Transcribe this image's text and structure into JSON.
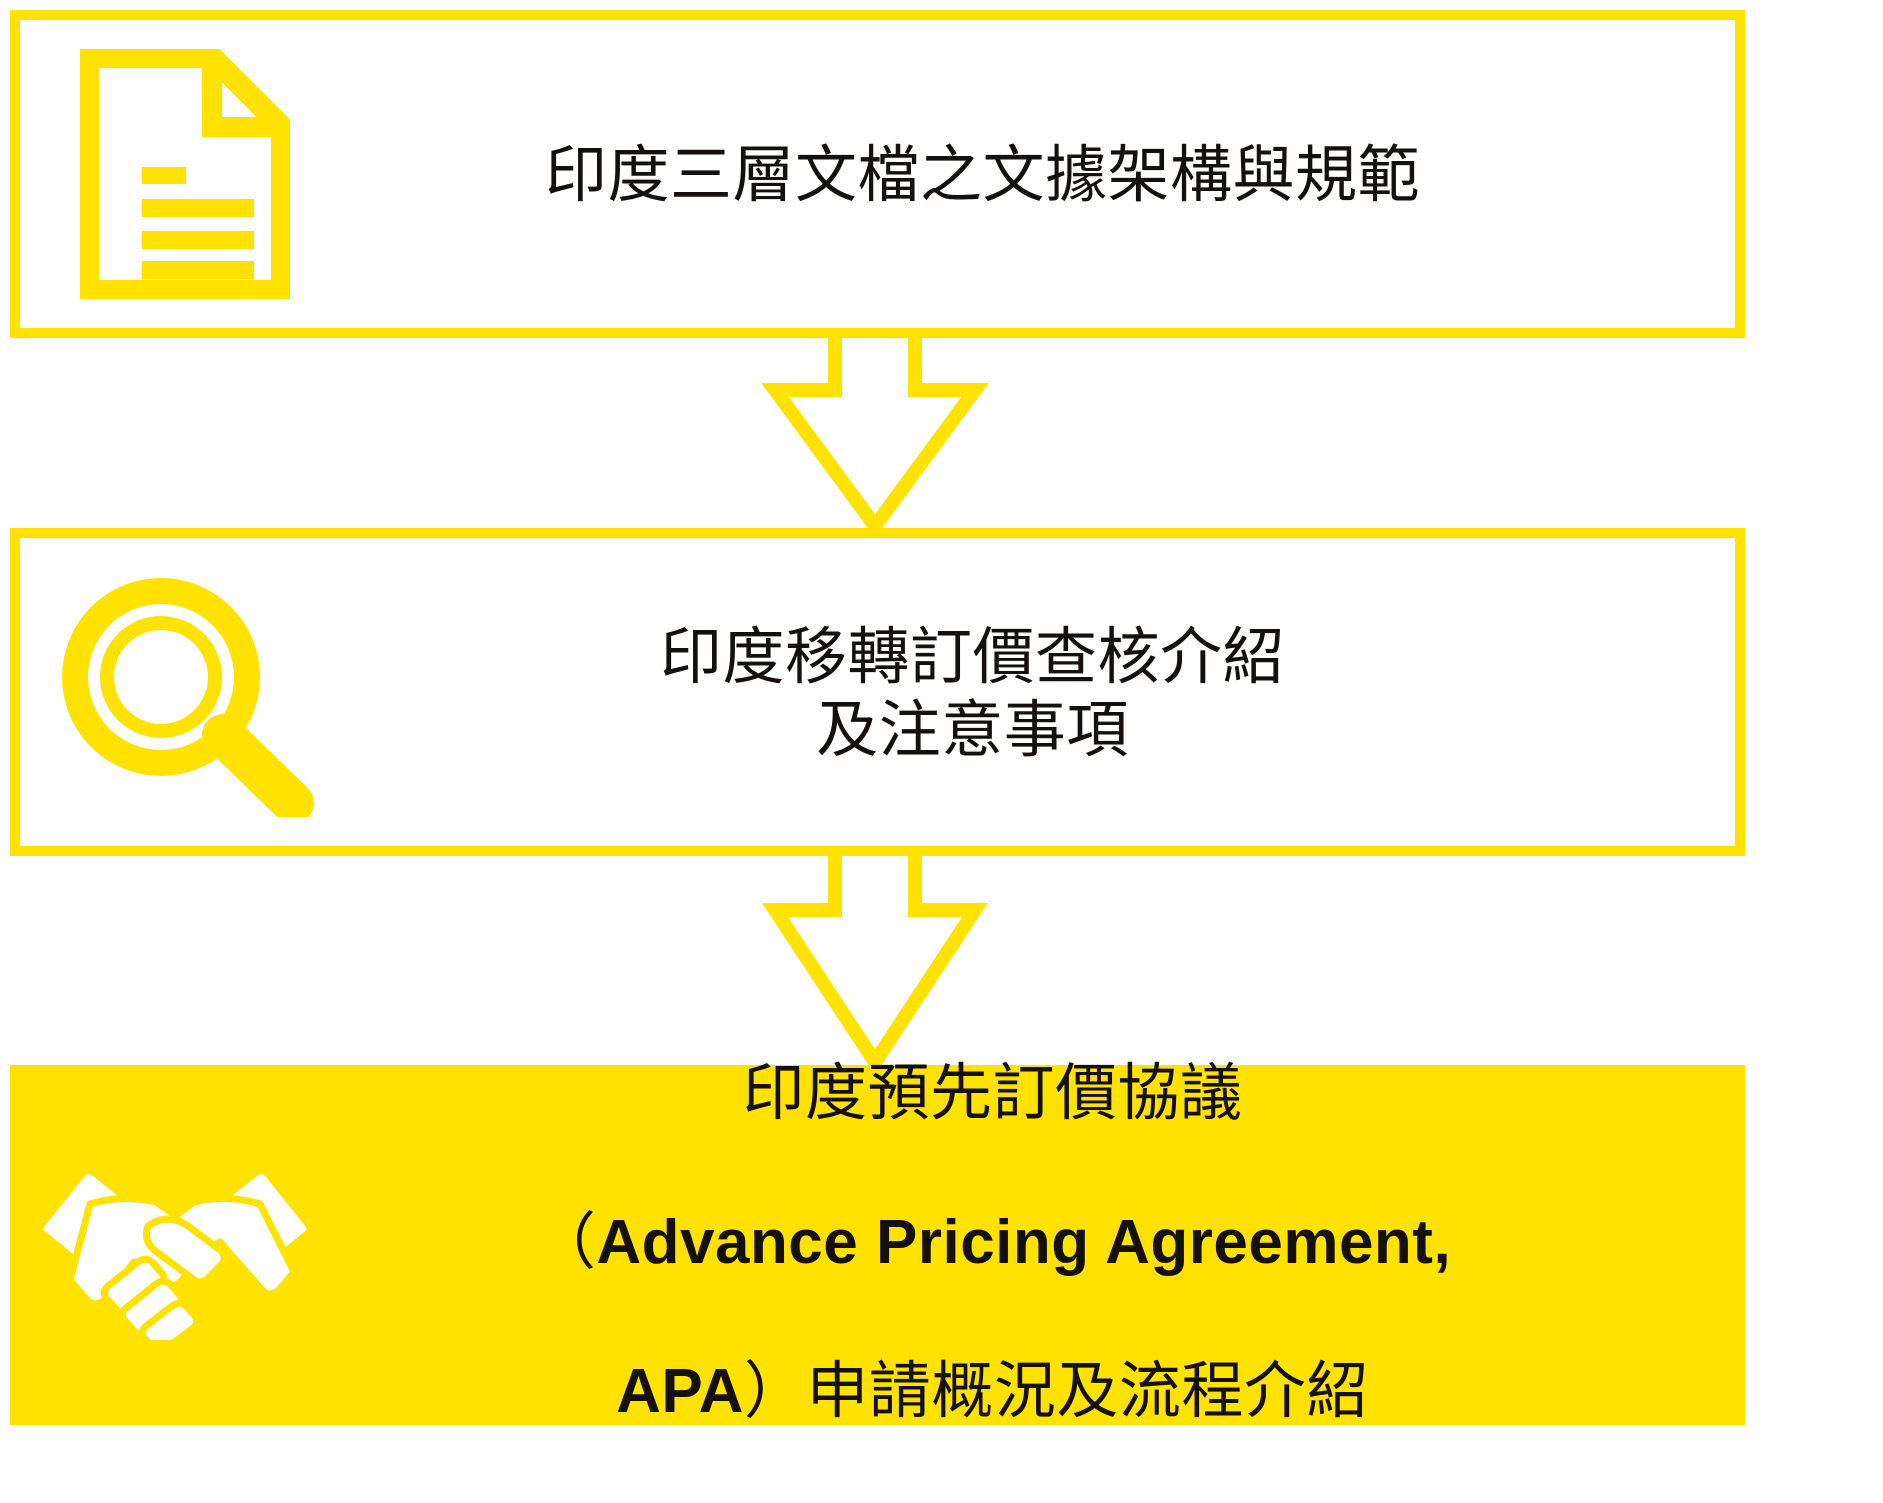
{
  "theme": {
    "accent": "#FFE200",
    "text": "#14100d",
    "background": "#ffffff",
    "icon_on_fill": "#ffffff"
  },
  "diagram": {
    "type": "vertical-flow",
    "orientation": "top-to-bottom",
    "connector": "hollow-down-arrow",
    "steps": [
      {
        "id": "step-1",
        "icon": "document-icon",
        "style": "outline",
        "lines": [
          "印度三層文檔之文據架構與規範"
        ],
        "text": "印度三層文檔之文據架構與規範"
      },
      {
        "id": "step-2",
        "icon": "magnifier-icon",
        "style": "outline",
        "lines": [
          "印度移轉訂價查核介紹",
          "及注意事項"
        ],
        "text": "印度移轉訂價查核介紹\n及注意事項"
      },
      {
        "id": "step-3",
        "icon": "handshake-icon",
        "style": "filled",
        "lines": [
          "印度預先訂價協議",
          "（Advance Pricing Agreement,",
          "APA）申請概況及流程介紹"
        ],
        "line1": "印度預先訂價協議",
        "line2_open": "（",
        "line2_en": "Advance Pricing Agreement,",
        "line3_en": "APA",
        "line3_rest": "）申請概況及流程介紹"
      }
    ],
    "connectors": [
      {
        "id": "connector-1",
        "from": "step-1",
        "to": "step-2"
      },
      {
        "id": "connector-2",
        "from": "step-2",
        "to": "step-3"
      }
    ]
  }
}
